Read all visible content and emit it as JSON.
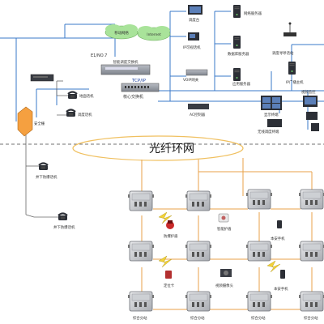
{
  "ring": {
    "title": "光纤环网"
  },
  "core": {
    "e1": "E1/NO.7",
    "tcpip": "TCP/IP",
    "core_switch": "核心交换机",
    "voip_gateway": "VOIP网关",
    "ac_controller": "AC控制器",
    "phone_server": "智能调度交换机"
  },
  "clouds": {
    "mobile": "移动网络",
    "internet": "Internet"
  },
  "terminals": {
    "station_phone": "地面话机",
    "dispatch_phone": "调度话机",
    "dispatch_desk": "调度台",
    "ip_phone": "IP可视话机",
    "servers": [
      "网络服务器",
      "数据库服务器",
      "应用服务器"
    ],
    "broadcast_station": "调度寻呼话站",
    "broadcast_host": "IP广播主机",
    "monitor_wall": "显示终端",
    "dispatch_terminal": "无线调度终端",
    "monitor": "视频监控"
  },
  "left_branch": {
    "safety_barrier": "安全栅",
    "phone_1": "井下防爆话机",
    "phone_2": "井下防爆话机"
  },
  "field": {
    "box_label": "综合分站",
    "devices": [
      "防爆护盾",
      "智能护盾",
      "本安手机",
      "定位卡",
      "视频摄像头",
      "本安手机"
    ]
  },
  "colors": {
    "line_blue": "#3a78c8",
    "line_orange": "#e8a24a",
    "line_gray": "#666666",
    "ring": "#f0c060",
    "dashed": "#444444"
  }
}
